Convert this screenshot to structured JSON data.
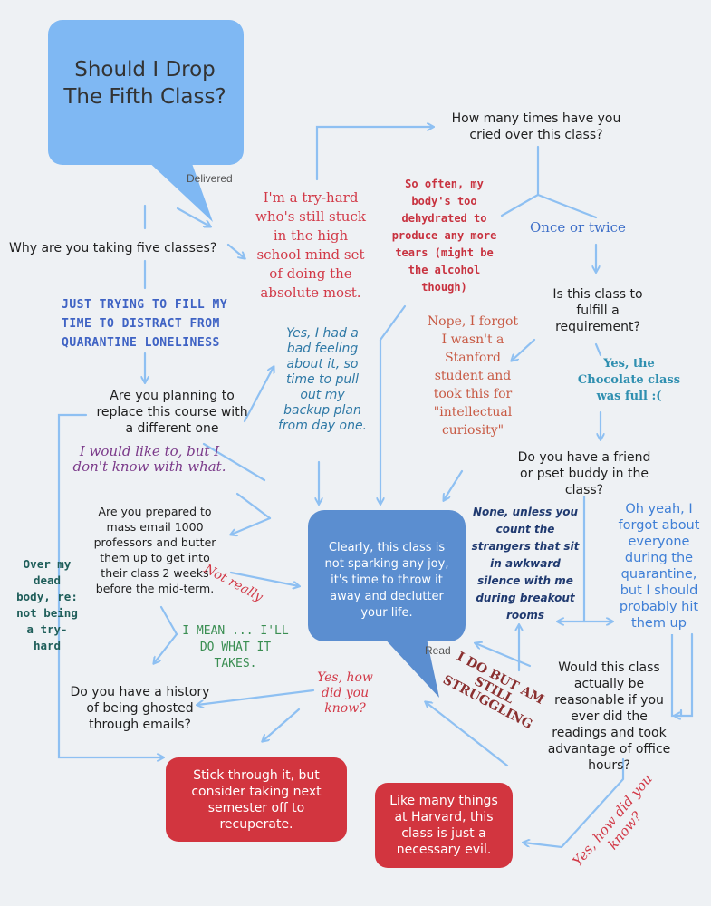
{
  "title": "Should I Drop The Fifth Class?",
  "status_delivered": "Delivered",
  "status_read": "Read",
  "center": "Clearly, this class is not sparking any joy, it's time to throw it away and declutter your life.",
  "questions": {
    "why": "Why are you taking five classes?",
    "cried": "How many times have you cried over this class?",
    "requirement": "Is this class to fulfill a requirement?",
    "replace": "Are you planning to replace this course with a different one",
    "friend": "Do you have a friend or pset buddy in the class?",
    "email": "Are you prepared to mass email 1000 professors and butter them up to get into their class 2 weeks before the mid-term.",
    "ghosted": "Do you have a history of being ghosted through emails?",
    "reasonable": "Would this class actually be reasonable if you ever did the readings and took advantage of office hours?"
  },
  "answers": {
    "tryhard": "I'm a try-hard who's still stuck in the high school mind set of doing the absolute most.",
    "often": "So often, my body's too dehydrated to produce any more tears (might be the alcohol though)",
    "once": "Once or twice",
    "fill": "JUST TRYING TO FILL MY TIME TO DISTRACT FROM QUARANTINE LONELINESS",
    "yesbad": "Yes, I had a bad feeling about it, so time to pull out my backup plan from day one.",
    "nope": "Nope, I forgot I wasn't a Stanford student and took this for \"intellectual curiosity\"",
    "chocolate": "Yes, the Chocolate class was full :(",
    "wouldlike": "I would like to, but I don't know with what.",
    "notreally": "Not really",
    "none": "None, unless you count the strangers that sit in awkward silence with me during breakout rooms",
    "ohyeah": "Oh yeah, I forgot about everyone during the quarantine, but I should probably hit them up",
    "overmy": "Over my dead body, re: not being a try-hard",
    "imean": "I MEAN ... I'LL DO WHAT IT TAKES.",
    "howdid": "Yes, how did you know?",
    "idobut": "I DO BUT AM STILL STRUGGLING",
    "howdid2": "Yes, how did you know?"
  },
  "outcomes": {
    "stick": "Stick through it, but consider taking next semester off to recuperate.",
    "harvard": "Like many things at Harvard, this class is just a necessary evil."
  },
  "colors": {
    "background": "#eef1f4",
    "arrow": "#8ec0f2",
    "bubble": "#7fb8f3",
    "center": "#5b8ed0",
    "outcome": "#d2353f"
  }
}
